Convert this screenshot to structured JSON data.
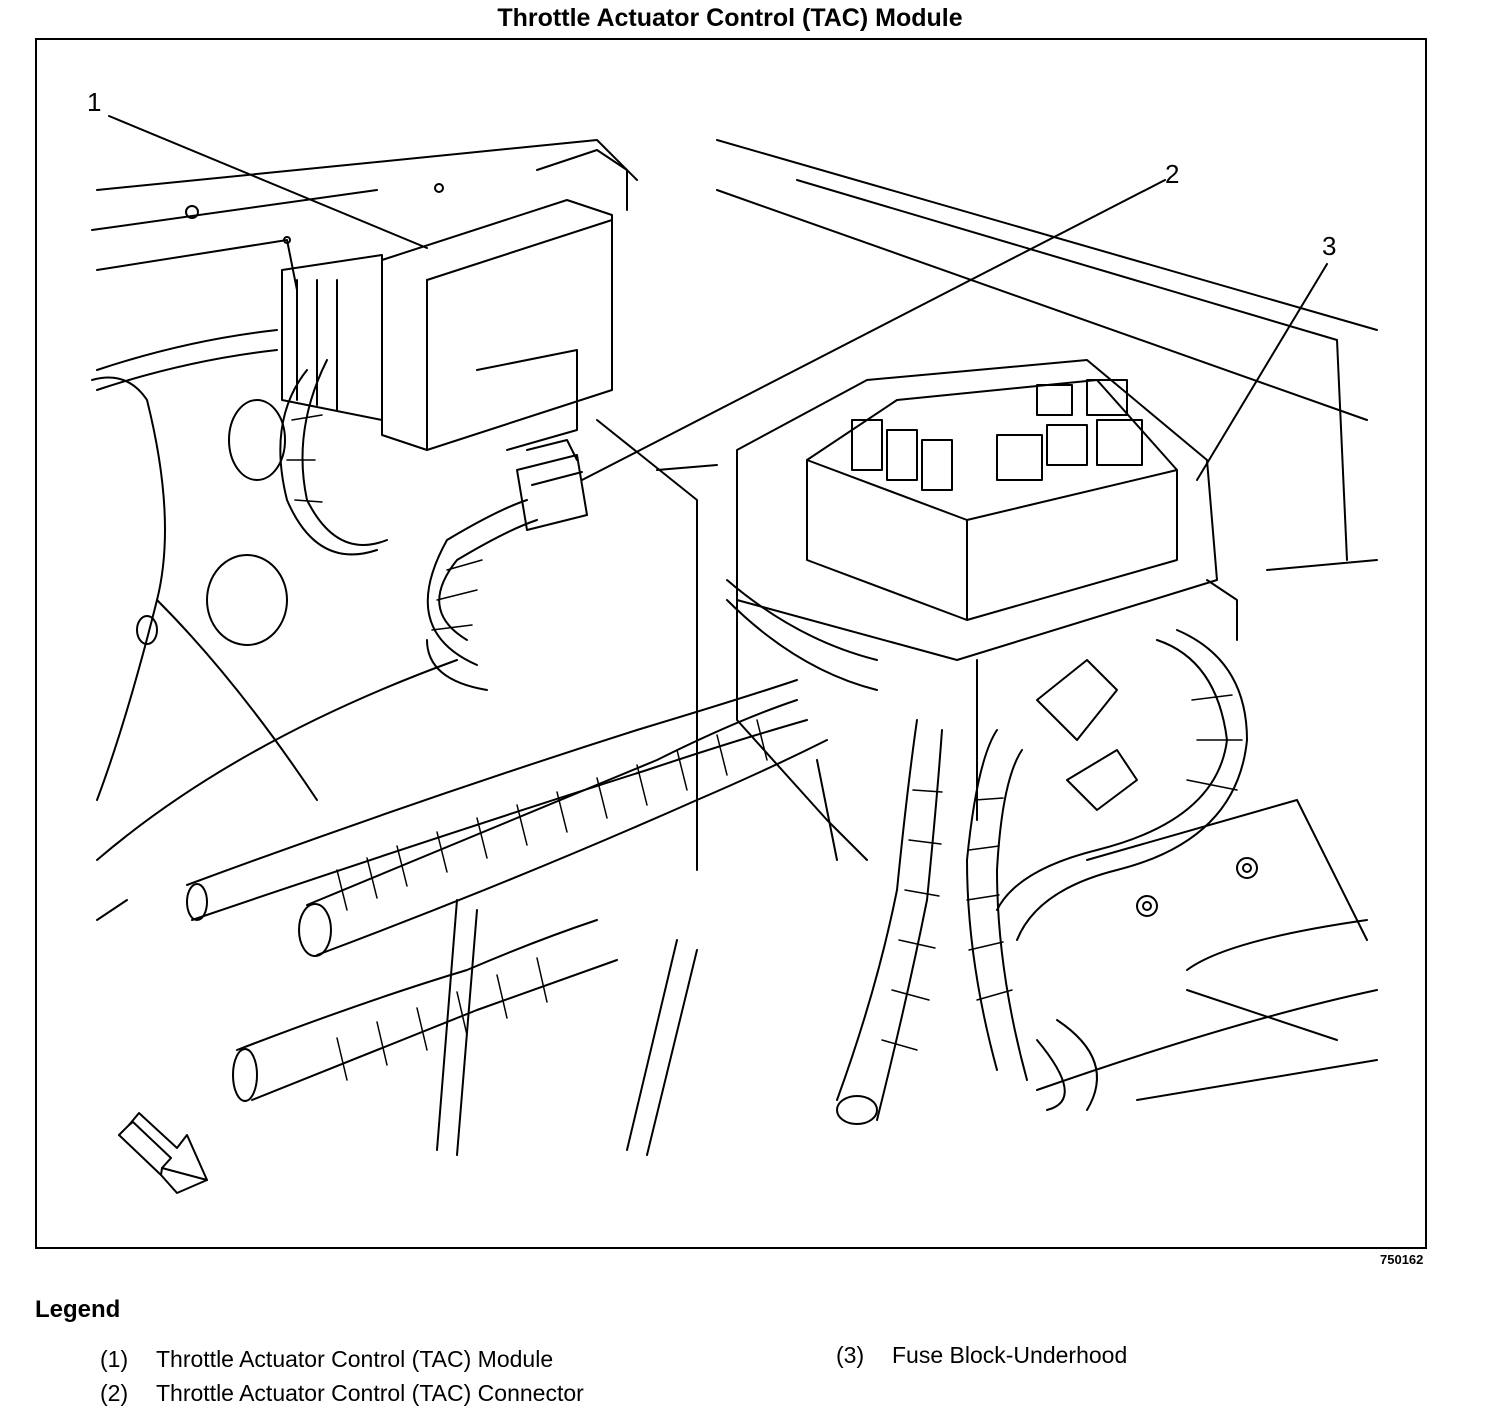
{
  "title": "Throttle Actuator Control (TAC) Module",
  "callouts": [
    "1",
    "2",
    "3"
  ],
  "figure_id": "750162",
  "legend": {
    "heading": "Legend",
    "items": [
      {
        "num": "(1)",
        "label": "Throttle Actuator Control (TAC) Module"
      },
      {
        "num": "(2)",
        "label": "Throttle Actuator Control (TAC) Connector"
      },
      {
        "num": "(3)",
        "label": "Fuse Block-Underhood"
      }
    ]
  },
  "colors": {
    "line": "#000000",
    "background": "#ffffff"
  }
}
